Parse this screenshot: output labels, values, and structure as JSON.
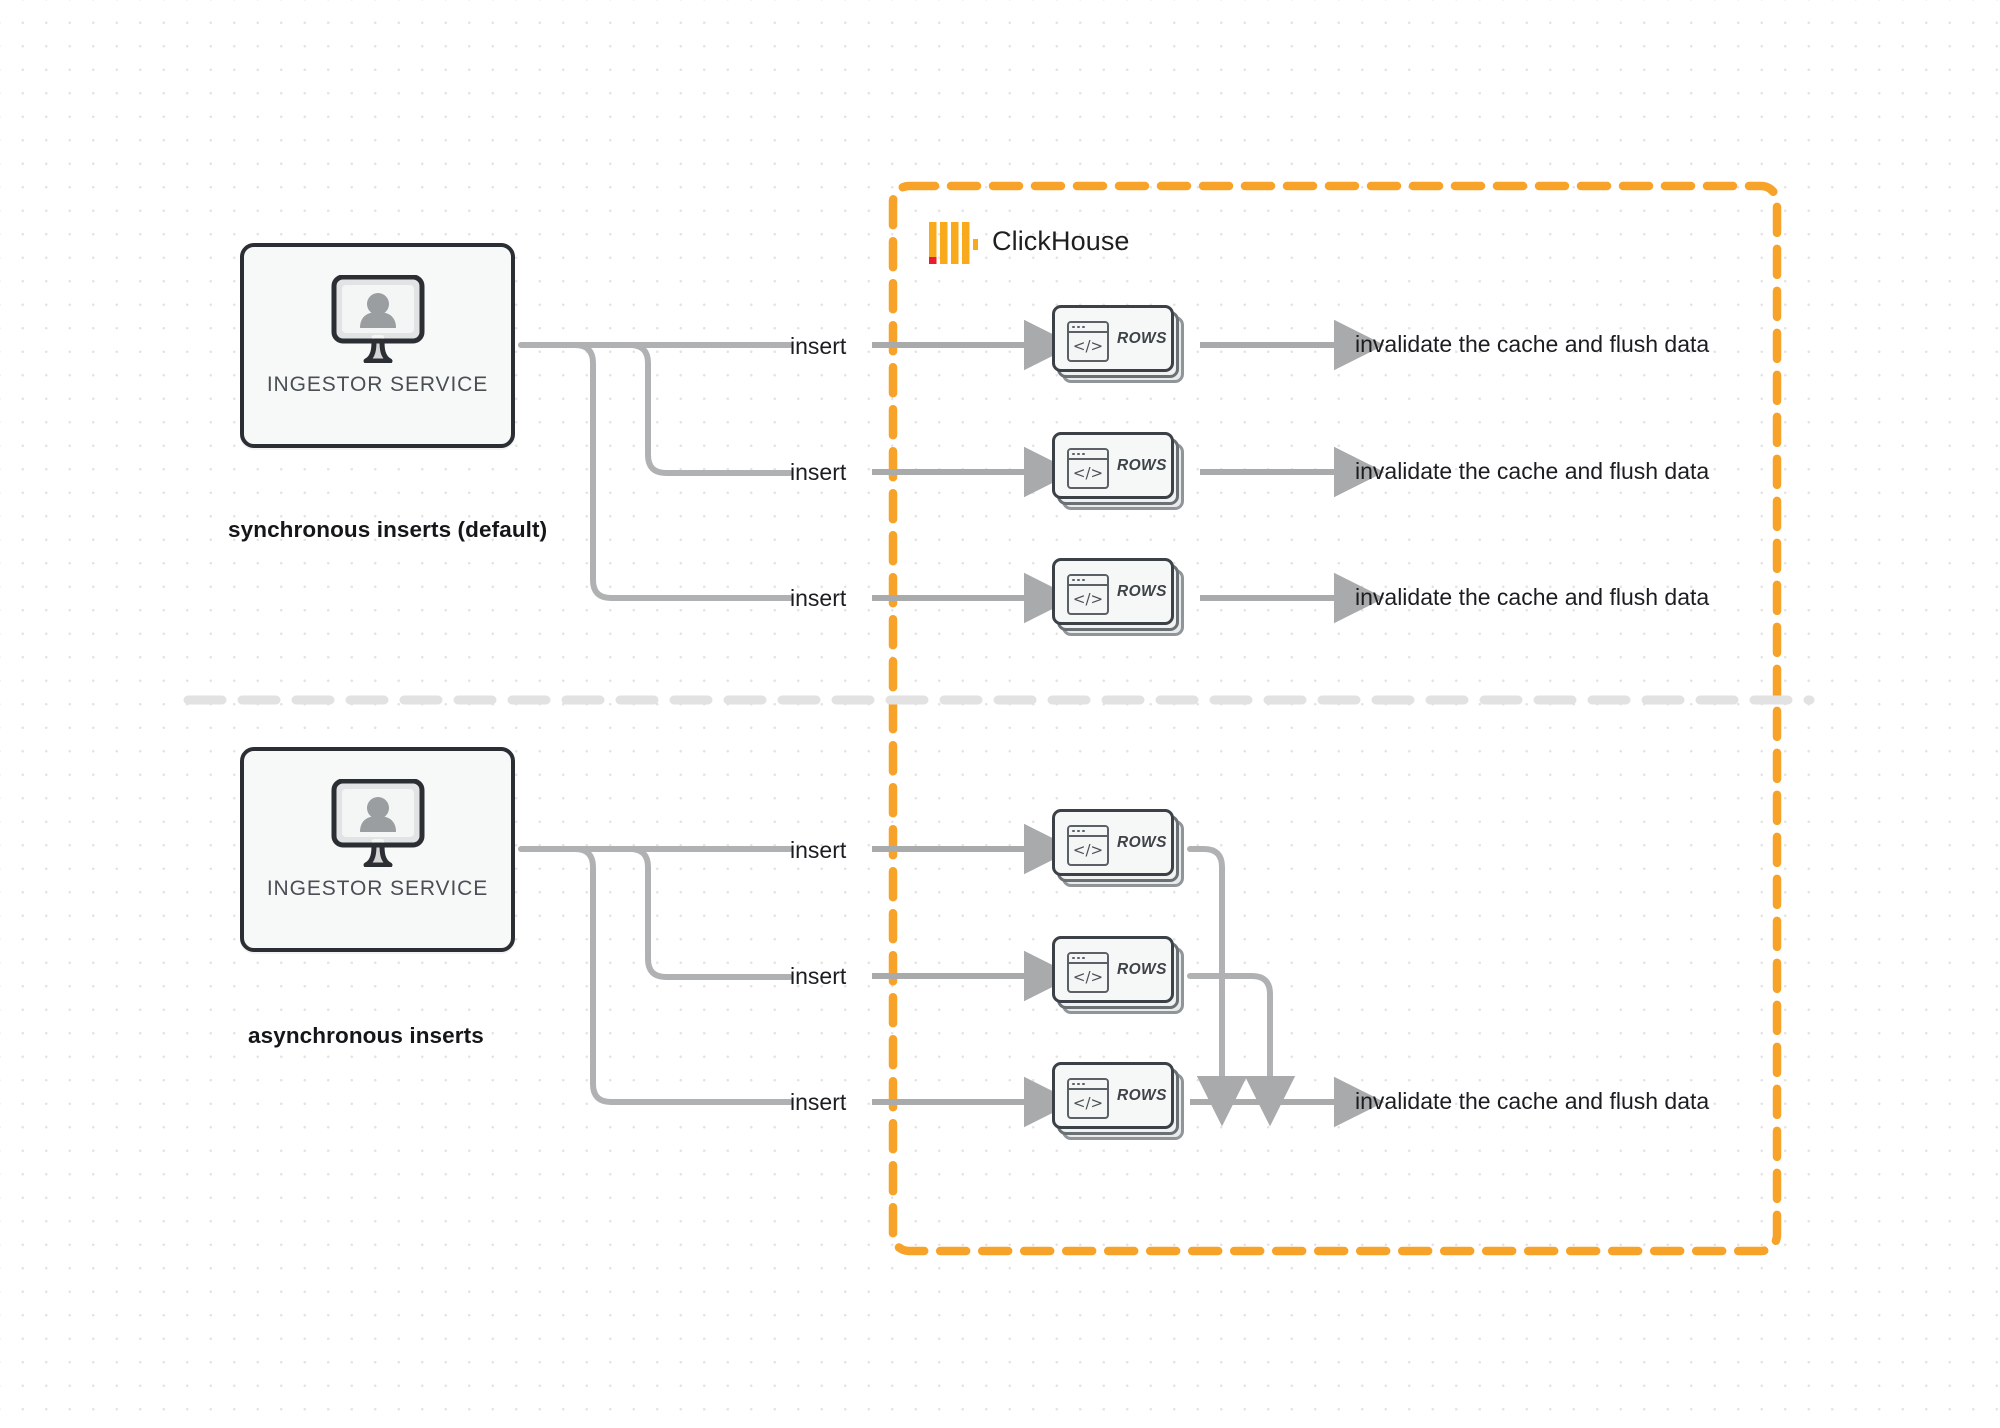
{
  "diagram": {
    "title": "ClickHouse synchronous vs asynchronous inserts",
    "background_color": "#ffffff",
    "dot_grid_color": "#e4e2e2",
    "accent_color": "#f7a32a",
    "wire_color": "#a9aaab",
    "divider_color": "#e0e0e0"
  },
  "boundary": {
    "label": "ClickHouse",
    "border_color": "#f7a32a",
    "style": "dashed",
    "logo_name": "clickhouse-logo",
    "logo_bar_color": "#f8a91c",
    "logo_accent_color": "#ec1b2e"
  },
  "sections": [
    {
      "id": "synchronous",
      "label": "synchronous inserts (default)",
      "service": {
        "caption": "INGESTOR SERVICE",
        "icon": "monitor-user-icon"
      },
      "edges": [
        {
          "insert_label": "insert",
          "node_label": "ROWS",
          "result_label": "invalidate the cache and flush data"
        },
        {
          "insert_label": "insert",
          "node_label": "ROWS",
          "result_label": "invalidate the cache and flush data"
        },
        {
          "insert_label": "insert",
          "node_label": "ROWS",
          "result_label": "invalidate the cache and flush data"
        }
      ]
    },
    {
      "id": "asynchronous",
      "label": "asynchronous inserts",
      "service": {
        "caption": "INGESTOR SERVICE",
        "icon": "monitor-user-icon"
      },
      "edges": [
        {
          "insert_label": "insert",
          "node_label": "ROWS"
        },
        {
          "insert_label": "insert",
          "node_label": "ROWS"
        },
        {
          "insert_label": "insert",
          "node_label": "ROWS",
          "result_label": "invalidate the cache and flush data"
        }
      ]
    }
  ]
}
